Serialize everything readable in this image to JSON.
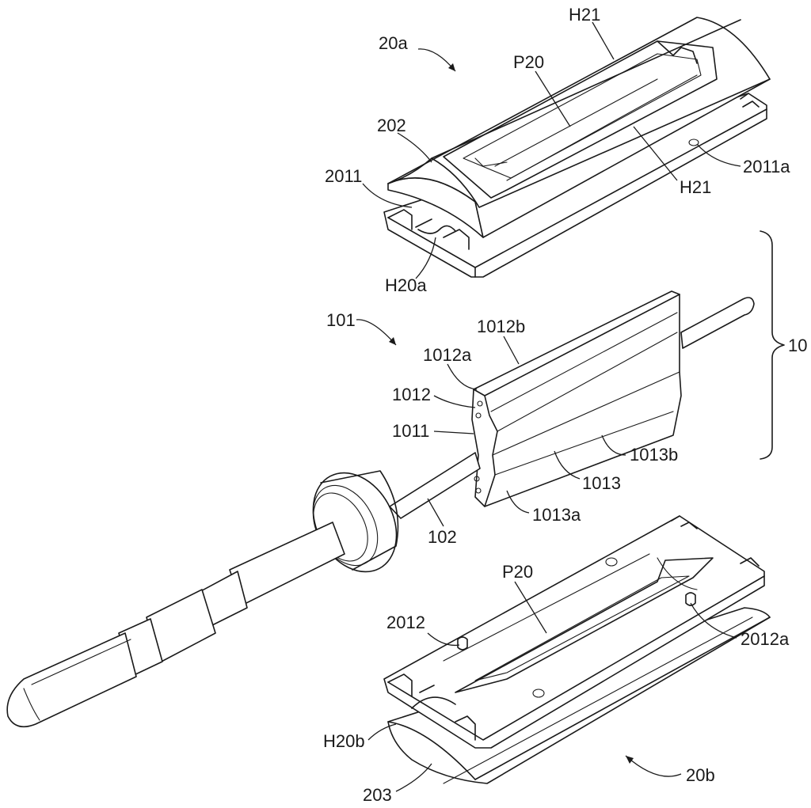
{
  "figure": {
    "labels": {
      "l_20a": "20a",
      "l_H21_top": "H21",
      "l_P20_top": "P20",
      "l_202": "202",
      "l_2011": "2011",
      "l_2011a": "2011a",
      "l_H21_bottom": "H21",
      "l_H20a": "H20a",
      "l_10": "10",
      "l_101": "101",
      "l_1012b": "1012b",
      "l_1012a": "1012a",
      "l_1012": "1012",
      "l_1011": "1011",
      "l_1013b": "1013b",
      "l_1013": "1013",
      "l_1013a": "1013a",
      "l_102": "102",
      "l_P20_bottom": "P20",
      "l_2012": "2012",
      "l_2012a": "2012a",
      "l_H20b": "H20b",
      "l_203": "203",
      "l_20b": "20b"
    }
  }
}
